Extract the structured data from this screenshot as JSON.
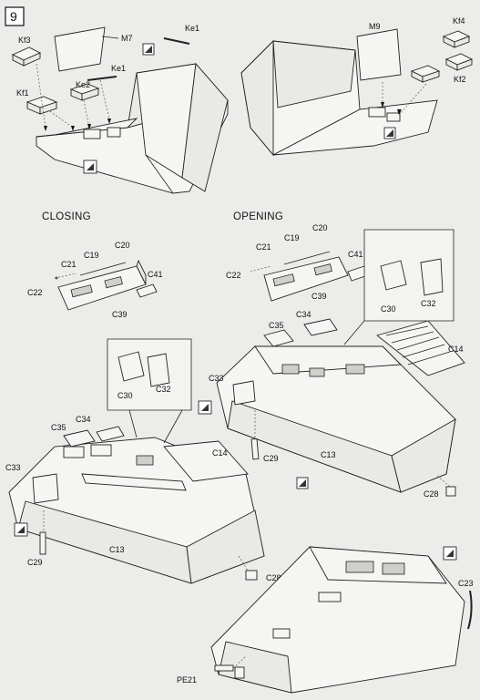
{
  "step_number": "9",
  "headings": {
    "closing": "CLOSING",
    "opening": "OPENING"
  },
  "labels": {
    "kf3": "Kf3",
    "kf1": "Kf1",
    "ke2": "Ke2",
    "ke1a": "Ke1",
    "ke1b": "Ke1",
    "m7": "M7",
    "m9": "M9",
    "kf4": "Kf4",
    "kf2": "Kf2",
    "c_c21": "C21",
    "c_c19": "C19",
    "c_c20": "C20",
    "c_c22": "C22",
    "c_c41": "C41",
    "c_c39": "C39",
    "o_c21": "C21",
    "o_c19": "C19",
    "o_c20": "C20",
    "o_c22": "C22",
    "o_c41": "C41",
    "o_c39": "C39",
    "o_c35": "C35",
    "o_c34": "C34",
    "o_c30": "C30",
    "o_c32": "C32",
    "o_c14": "C14",
    "o_c33": "C33",
    "o_c13": "C13",
    "o_c29": "C29",
    "o_c28": "C28",
    "c_c30": "C30",
    "c_c32": "C32",
    "c_c35": "C35",
    "c_c34": "C34",
    "c_c14": "C14",
    "c_c33": "C33",
    "c_c13": "C13",
    "c_c29": "C29",
    "c_c28": "C28",
    "c23": "C23",
    "pe21": "PE21"
  }
}
